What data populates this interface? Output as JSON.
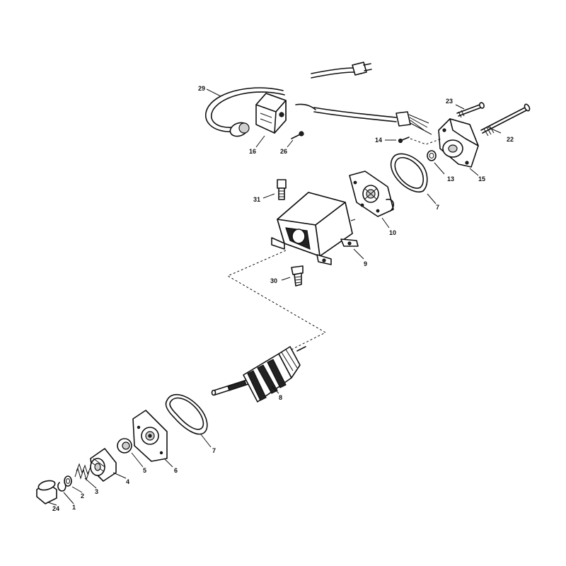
{
  "callouts": {
    "c1": "1",
    "c2": "2",
    "c3": "3",
    "c4": "4",
    "c5": "5",
    "c6": "6",
    "c7a": "7",
    "c7b": "7",
    "c8": "8",
    "c9": "9",
    "c10": "10",
    "c13": "13",
    "c14": "14",
    "c15": "15",
    "c16": "16",
    "c22": "22",
    "c23": "23",
    "c24": "24",
    "c26": "26",
    "c29": "29",
    "c30": "30",
    "c31": "31"
  },
  "colors": {
    "ink": "#111111",
    "paper": "#ffffff"
  }
}
